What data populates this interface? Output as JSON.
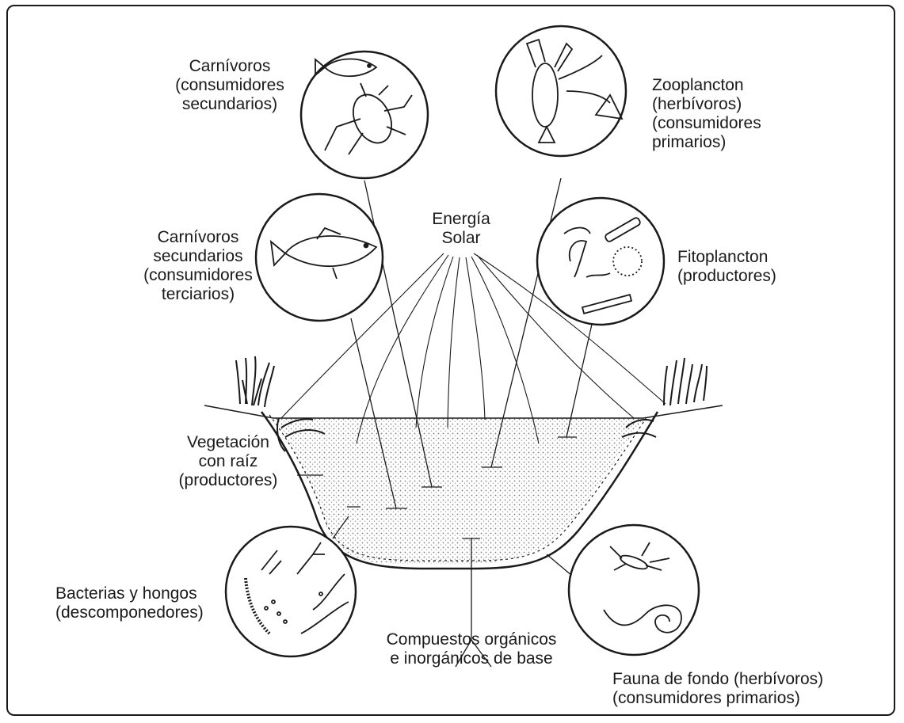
{
  "colors": {
    "ink": "#1a1a1a",
    "paper": "#ffffff",
    "stipple": "#8a8a8a"
  },
  "labels": {
    "carnivoros": "Carnívoros\n(consumidores\nsecundarios)",
    "zooplancton": "Zooplancton\n(herbívoros)\n(consumidores\nprimarios)",
    "energia_solar": "Energía\nSolar",
    "carnivoros_secundarios": "Carnívoros\nsecundarios\n(consumidores\nterciarios)",
    "fitoplancton": "Fitoplancton\n(productores)",
    "vegetacion": "Vegetación\ncon raíz\n(productores)",
    "bacterias": "Bacterias y hongos\n(descomponedores)",
    "compuestos": "Compuestos orgánicos\ne inorgánicos de base",
    "fauna": "Fauna de fondo (herbívoros)\n(consumidores primarios)"
  },
  "icons": {
    "circle_carnivoros": "fish-and-beetle-icon",
    "circle_zooplancton": "crayfish-icon",
    "circle_carnivoros_secundarios": "fish-icon",
    "circle_fitoplancton": "algae-icon",
    "circle_bacterias": "bacteria-icon",
    "circle_fauna": "worm-larva-icon"
  }
}
